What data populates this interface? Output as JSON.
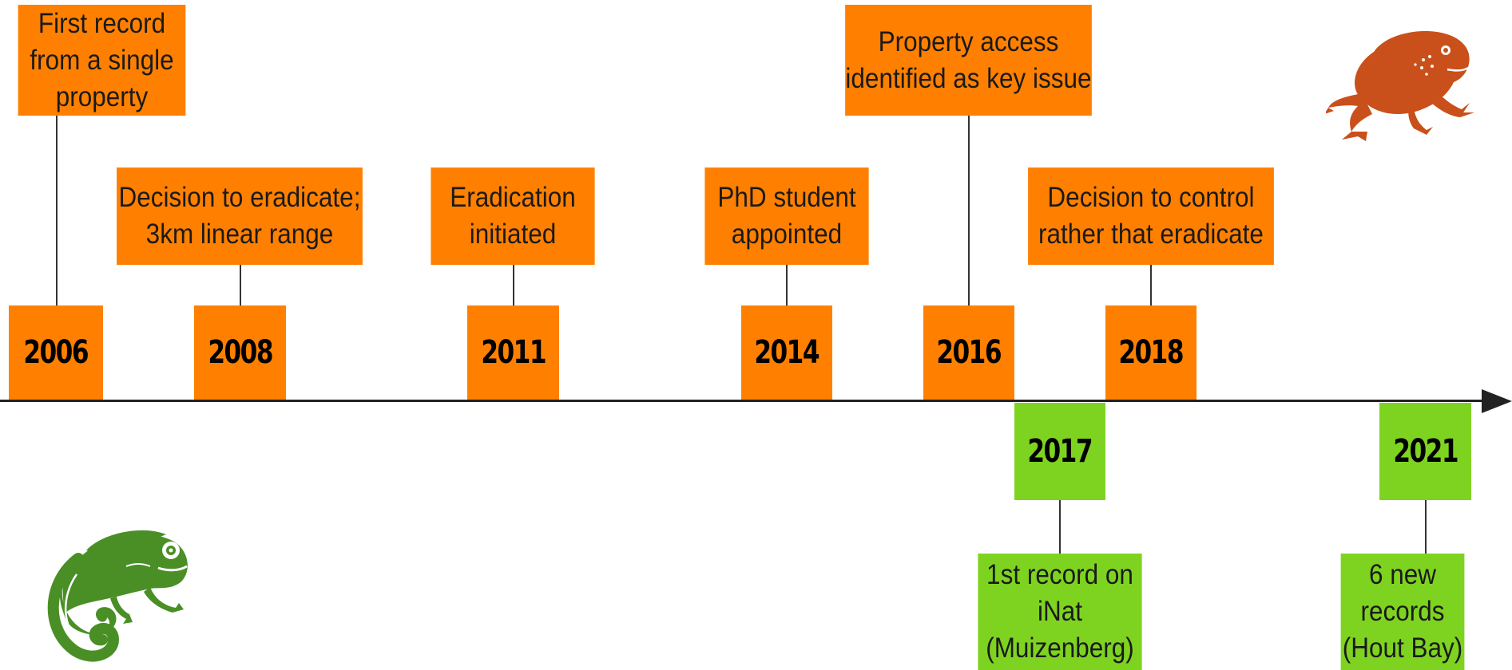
{
  "colors": {
    "orange": "#ff8000",
    "green": "#7ed321",
    "toad": "#c9501a",
    "chameleon": "#4a8f26"
  },
  "events": {
    "e2006": "First record\nfrom a single\nproperty",
    "e2008": "Decision to  eradicate;\n3km linear range",
    "e2011": "Eradication\ninitiated",
    "e2014": "PhD student\nappointed",
    "e2016": "Property access\nidentified as key issue",
    "e2018": "Decision  to control\nrather that eradicate",
    "e2017": "1st record on\niNat\n(Muizenberg)",
    "e2021": "6 new\nrecords\n(Hout Bay)"
  },
  "years": {
    "y2006": "2006",
    "y2008": "2008",
    "y2011": "2011",
    "y2014": "2014",
    "y2016": "2016",
    "y2018": "2018",
    "y2017": "2017",
    "y2021": "2021"
  },
  "icons": {
    "toad": "toad-icon",
    "chameleon": "chameleon-icon"
  }
}
